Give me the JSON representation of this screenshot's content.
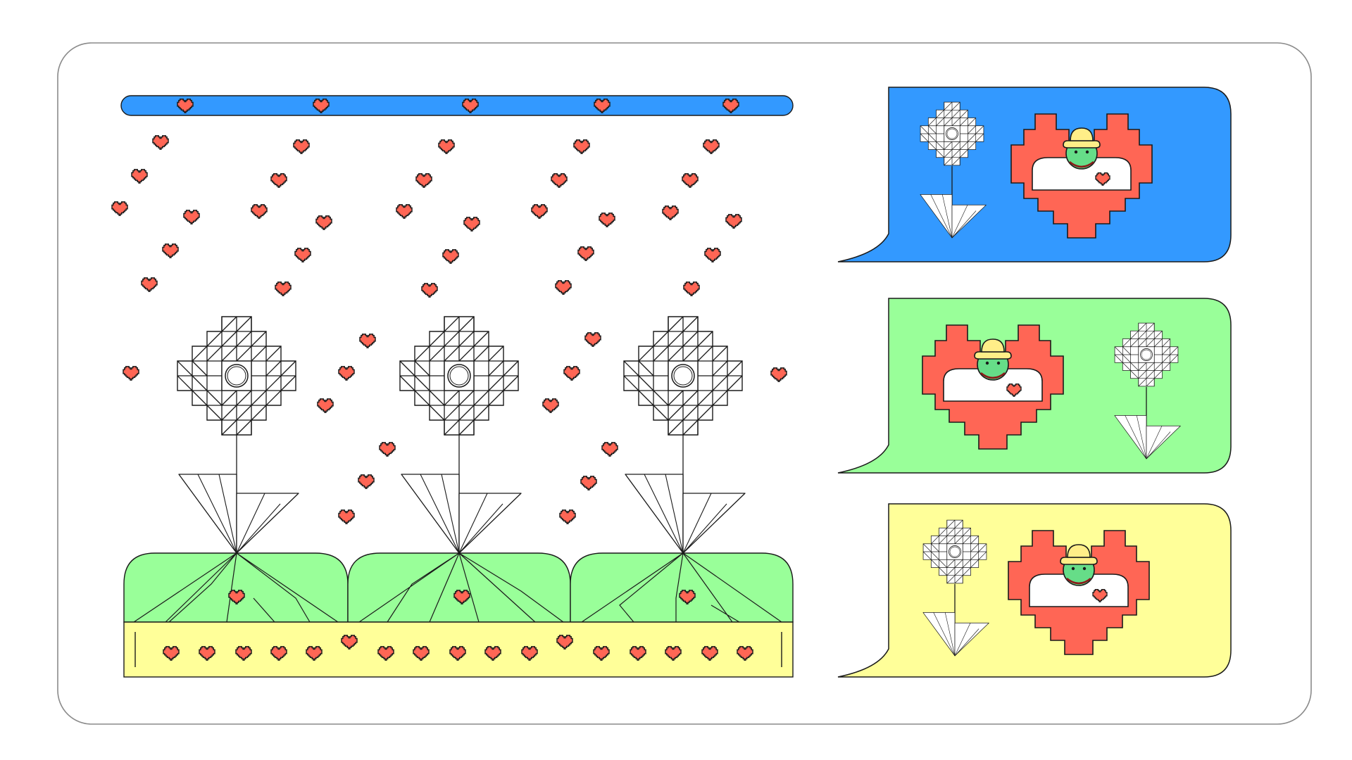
{
  "colors": {
    "background": "#ffffff",
    "frame_stroke": "#8a8a8a",
    "blue": "#3399ff",
    "green": "#99ff99",
    "yellow": "#ffff99",
    "heart": "#ff6655",
    "heart_outline": "#b02a2a",
    "outline": "#1a1a1a",
    "skin": "#66dd88",
    "hat": "#ffee88",
    "white": "#ffffff"
  },
  "icons": {
    "hearts": "pixel-heart-icon",
    "flower": "geometric-flower-icon",
    "gardener": "gardener-in-heart-icon"
  },
  "scene": {
    "garden_flowers": 3,
    "soil_mounds": 3,
    "chat_bubbles": [
      "blue",
      "green",
      "yellow"
    ]
  }
}
